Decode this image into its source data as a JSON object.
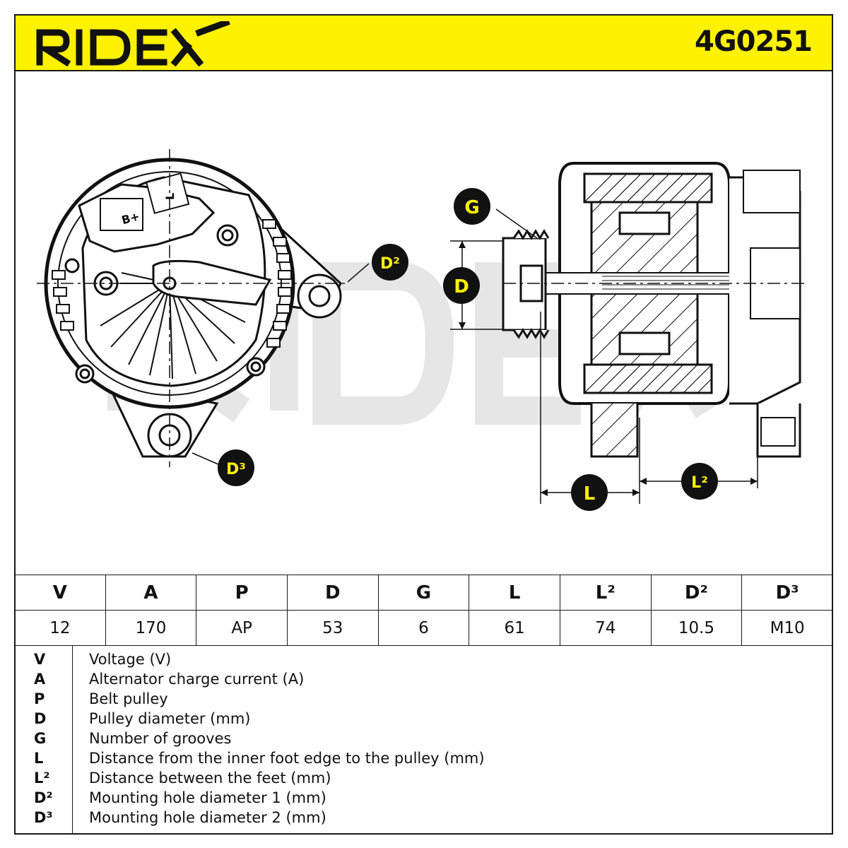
{
  "header": {
    "brand": "RIDEX",
    "part_number": "4G0251",
    "colors": {
      "accent": "#fff200",
      "ink": "#111111"
    }
  },
  "drawing": {
    "connector_labels": [
      "B+",
      "L"
    ],
    "callouts": [
      "G",
      "D",
      "D²",
      "D³",
      "L",
      "L²"
    ]
  },
  "specs": {
    "headers": [
      "V",
      "A",
      "P",
      "D",
      "G",
      "L",
      "L²",
      "D²",
      "D³"
    ],
    "values": [
      "12",
      "170",
      "AP",
      "53",
      "6",
      "61",
      "74",
      "10.5",
      "M10"
    ]
  },
  "legend": [
    {
      "code": "V",
      "desc": "Voltage (V)"
    },
    {
      "code": "A",
      "desc": "Alternator charge current (A)"
    },
    {
      "code": "P",
      "desc": "Belt pulley"
    },
    {
      "code": "D",
      "desc": "Pulley diameter (mm)"
    },
    {
      "code": "G",
      "desc": "Number of grooves"
    },
    {
      "code": "L",
      "desc": "Distance from the inner foot edge to the pulley (mm)"
    },
    {
      "code": "L²",
      "desc": "Distance between the feet (mm)"
    },
    {
      "code": "D²",
      "desc": "Mounting hole diameter 1 (mm)"
    },
    {
      "code": "D³",
      "desc": "Mounting hole diameter 2 (mm)"
    }
  ]
}
